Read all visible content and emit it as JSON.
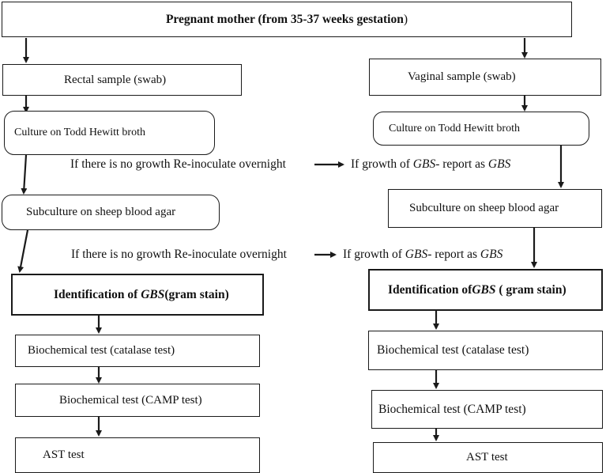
{
  "top": {
    "label_bold": "Pregnant mother (from 35-37 weeks gestation",
    "label_tail": ")"
  },
  "left": {
    "rectal": "Rectal sample (swab)",
    "culture": "Culture on Todd Hewitt broth",
    "subculture": "Subculture on sheep blood agar",
    "identification": {
      "pre": "Identification of ",
      "gbs": "GBS",
      "post": "(gram stain)"
    },
    "catalase": "Biochemical test (catalase test)",
    "camp": "Biochemical test (CAMP test)",
    "ast": "AST test"
  },
  "right": {
    "vaginal": "Vaginal sample (swab)",
    "culture": "Culture on Todd Hewitt broth",
    "subculture": "Subculture on sheep blood agar",
    "identification": {
      "pre": "Identification of",
      "gbs": "GBS",
      "post": " ( gram stain)"
    },
    "catalase": "Biochemical test (catalase test)",
    "camp": "Biochemical test (CAMP test)",
    "ast": "AST test"
  },
  "notes": {
    "no_growth": "If there is no growth Re-inoculate overnight",
    "growth_pre": "If growth of ",
    "gbs": "GBS",
    "growth_mid": "- report as ",
    "gbs2": "GBS"
  }
}
